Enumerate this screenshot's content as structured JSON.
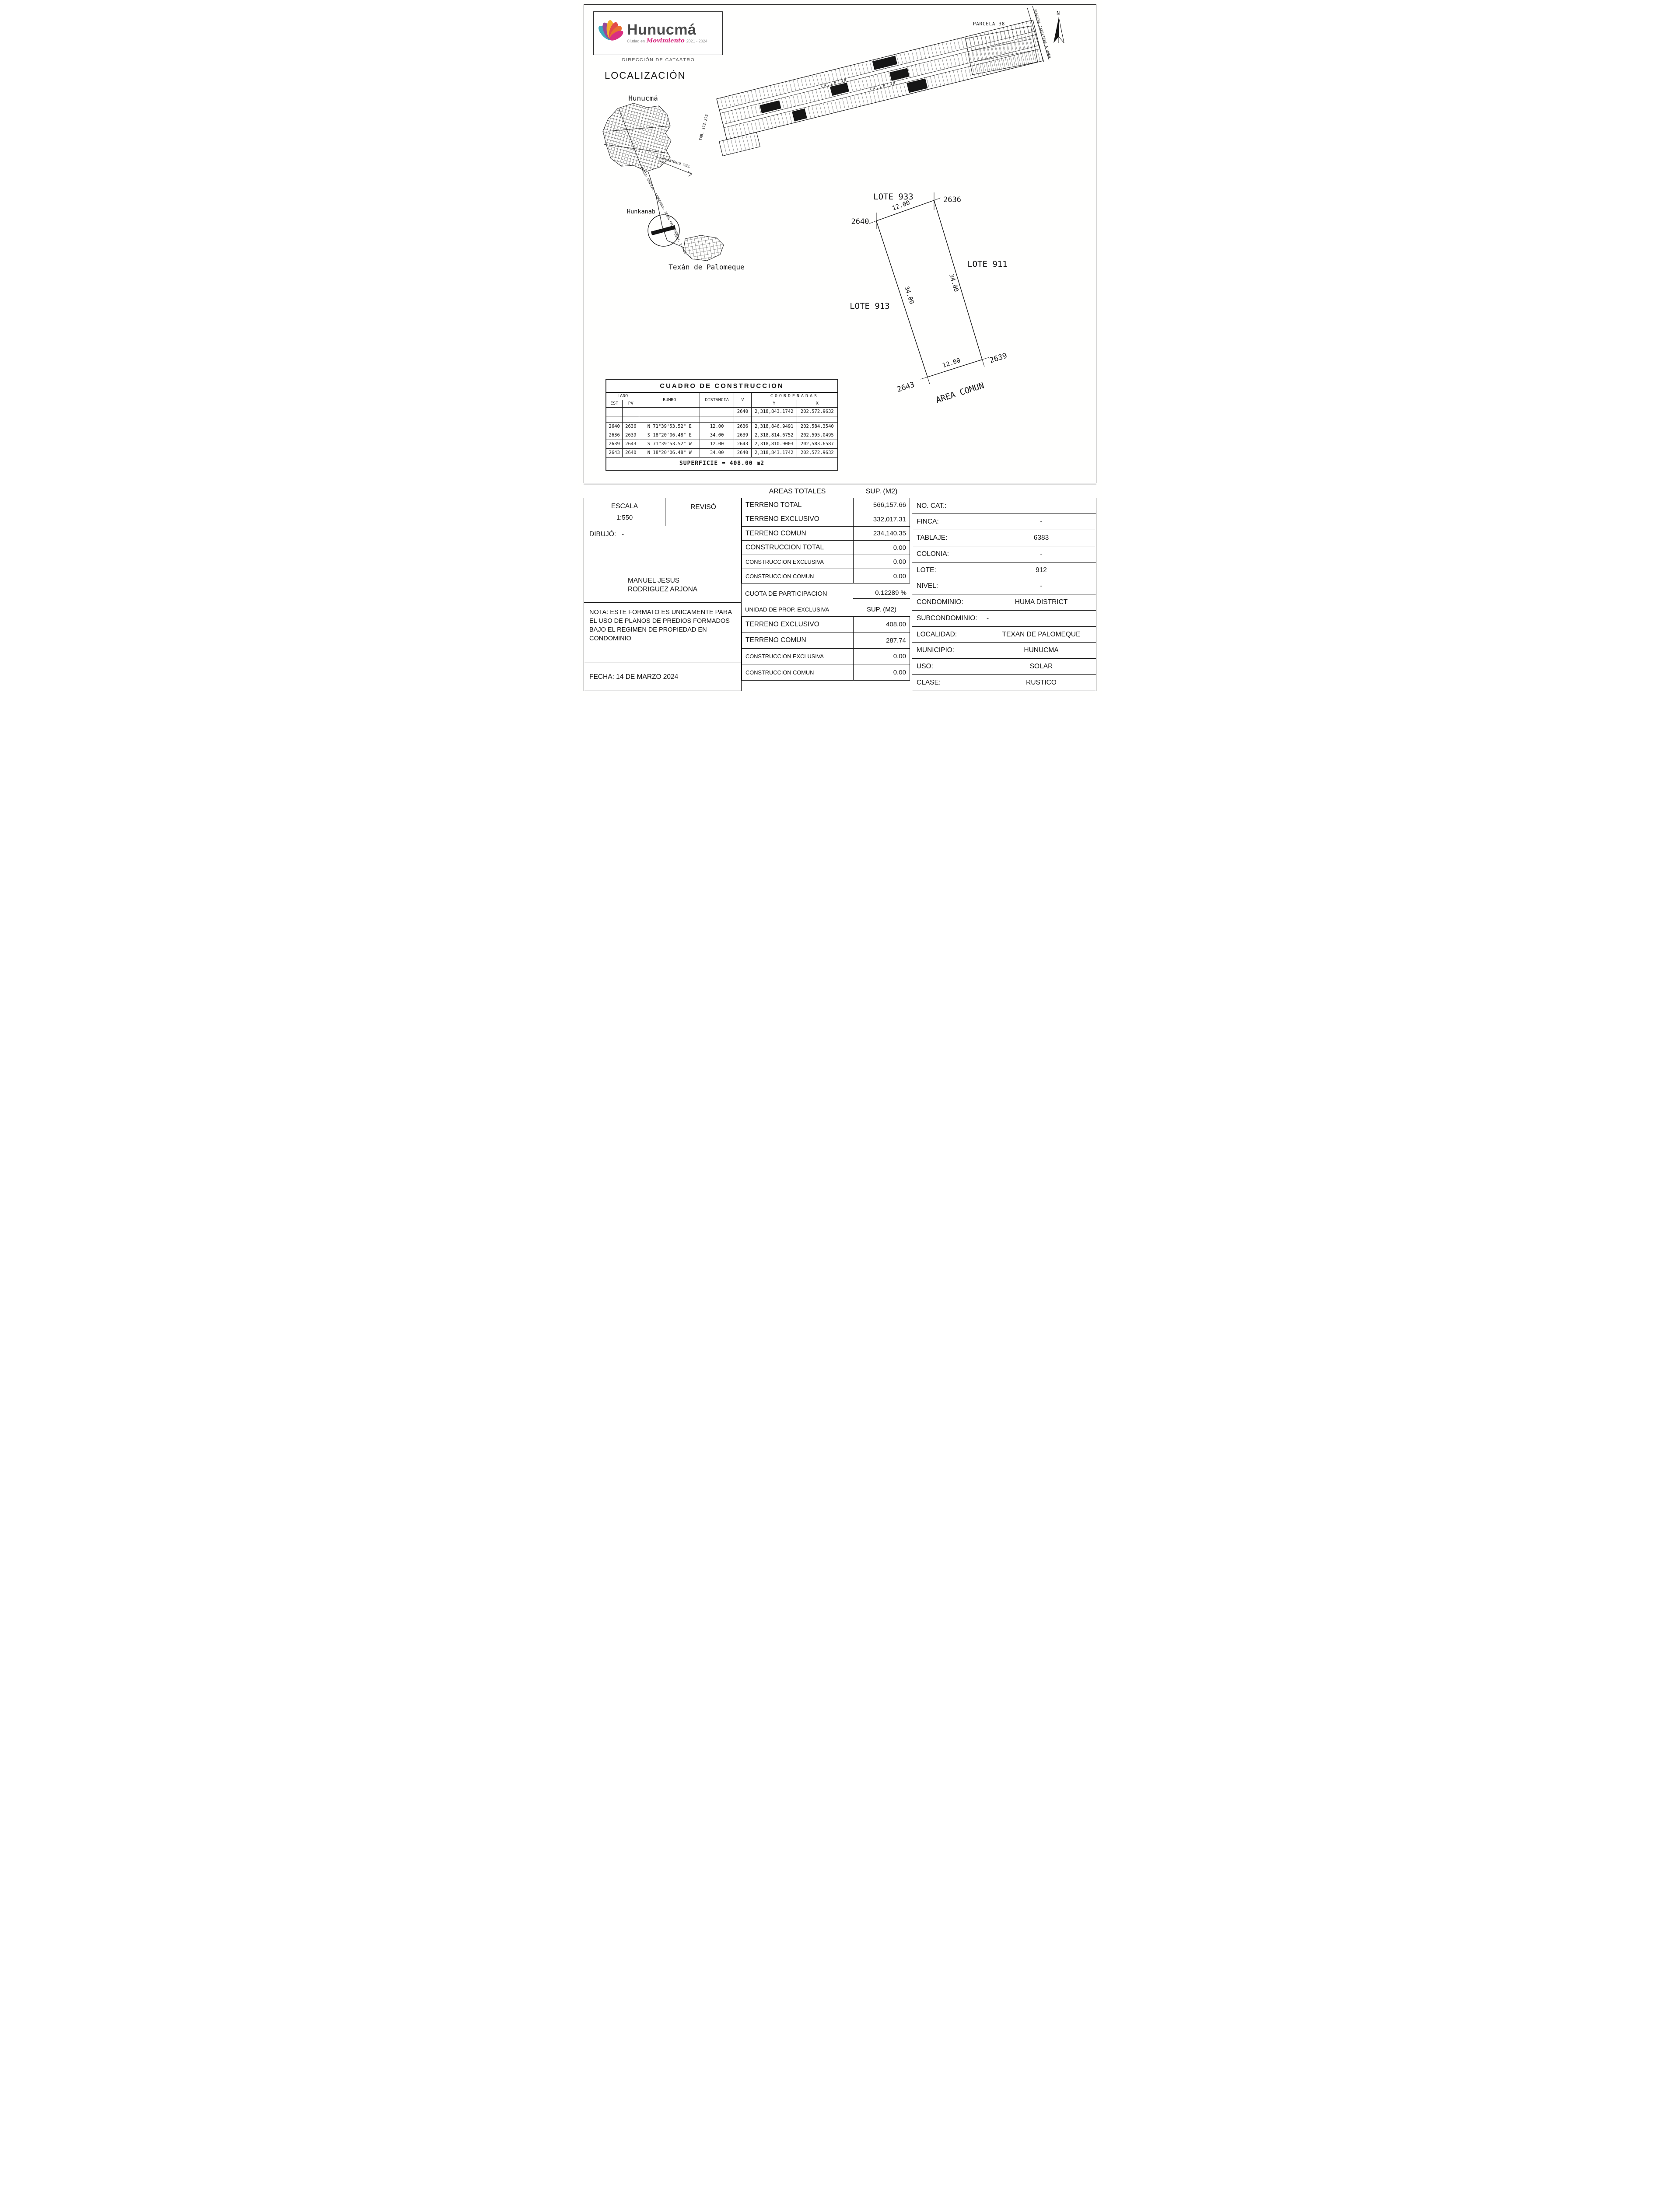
{
  "brand": {
    "petal_yellow": "#f3a81c",
    "petal_orange": "#e8641f",
    "petal_red": "#e03a3a",
    "petal_pink": "#d61f78",
    "petal_purple": "#8d3a90",
    "petal_teal": "#2ba4b8",
    "accent_pink": "#d6247c"
  },
  "header": {
    "logo_title": "Hunucmá",
    "logo_subtitle_pre": "Ciudad en",
    "logo_subtitle_script": "Movimiento",
    "logo_subtitle_years": "2021 - 2024",
    "department": "DIRECCIÓN DE CATASTRO",
    "section_title": "LOCALIZACIÓN"
  },
  "drawing": {
    "north": "N",
    "parcela": "PARCELA 38",
    "callejon_1": "CALLEJON",
    "callejon_2": "CALLEJON",
    "carretera_uman": "HUNUCMA CARRETERA A UMAN",
    "tab": "TAB. 112.275",
    "town": "Hunucmá",
    "hunkanab": "Hunkanab",
    "texan": "Texán de Palomeque",
    "road_chel": "A SAN ANTONIO CHEL",
    "road_merida": "MERIDA-HUNUCMA -CARRETERA- TEXAN PALOMEQUE",
    "dist_label": "DIST. 1.4 KM",
    "lote_933": "LOTE 933",
    "lote_911": "LOTE 911",
    "lote_913": "LOTE 913",
    "area_comun": "AREA COMUN",
    "v_2640": "2640",
    "v_2636": "2636",
    "v_2639": "2639",
    "v_2643": "2643",
    "dim_top": "12.00",
    "dim_bottom": "12.00",
    "dim_left": "34.00",
    "dim_right": "34.00"
  },
  "cuadro": {
    "title": "CUADRO DE CONSTRUCCION",
    "headers": {
      "lado": "LADO",
      "est": "EST",
      "pv": "PV",
      "rumbo": "RUMBO",
      "distancia": "DISTANCIA",
      "v": "V",
      "coordenadas": "COORDENADAS",
      "y": "Y",
      "x": "X"
    },
    "rows": [
      {
        "est": "",
        "pv": "",
        "rumbo": "",
        "distancia": "",
        "v": "2640",
        "y": "2,318,843.1742",
        "x": "202,572.9632"
      },
      {
        "est": "2640",
        "pv": "2636",
        "rumbo": "N 71°39'53.52\" E",
        "distancia": "12.00",
        "v": "2636",
        "y": "2,318,846.9491",
        "x": "202,584.3540"
      },
      {
        "est": "2636",
        "pv": "2639",
        "rumbo": "S 18°20'06.48\" E",
        "distancia": "34.00",
        "v": "2639",
        "y": "2,318,814.6752",
        "x": "202,595.0495"
      },
      {
        "est": "2639",
        "pv": "2643",
        "rumbo": "S 71°39'53.52\" W",
        "distancia": "12.00",
        "v": "2643",
        "y": "2,318,810.9003",
        "x": "202,583.6587"
      },
      {
        "est": "2643",
        "pv": "2640",
        "rumbo": "N 18°20'06.48\" W",
        "distancia": "34.00",
        "v": "2640",
        "y": "2,318,843.1742",
        "x": "202,572.9632"
      }
    ],
    "superficie": "SUPERFICIE = 408.00 m2"
  },
  "form": {
    "areas_totales_header": "AREAS TOTALES",
    "sup_m2_header": "SUP. (M2)",
    "escala_label": "ESCALA",
    "escala_value": "1:550",
    "reviso_label": "REVISÓ",
    "dibujo_label": "DIBUJÓ:   -",
    "drafter_line1": "MANUEL JESUS",
    "drafter_line2": "RODRIGUEZ ARJONA",
    "nota": "NOTA: ESTE FORMATO ES UNICAMENTE PARA EL USO DE PLANOS DE PREDIOS FORMADOS BAJO EL REGIMEN DE PROPIEDAD EN CONDOMINIO",
    "fecha": "FECHA: 14 DE MARZO 2024",
    "totals": [
      {
        "label": "TERRENO TOTAL",
        "value": "566,157.66"
      },
      {
        "label": "TERRENO EXCLUSIVO",
        "value": "332,017.31"
      },
      {
        "label": "TERRENO COMUN",
        "value": "234,140.35"
      },
      {
        "label": "CONSTRUCCION TOTAL",
        "value": "0.00"
      },
      {
        "label": "CONSTRUCCION EXCLUSIVA",
        "value": "0.00"
      },
      {
        "label": "CONSTRUCCION COMUN",
        "value": "0.00"
      }
    ],
    "cuota_label": "CUOTA DE PARTICIPACION",
    "cuota_value": "0.12289 %",
    "unidad_header_label": "UNIDAD DE PROP. EXCLUSIVA",
    "unidad_header_value": "SUP. (M2)",
    "unidad": [
      {
        "label": "TERRENO EXCLUSIVO",
        "value": "408.00"
      },
      {
        "label": "TERRENO COMUN",
        "value": "287.74"
      },
      {
        "label": "CONSTRUCCION EXCLUSIVA",
        "value": "0.00"
      },
      {
        "label": "CONSTRUCCION COMUN",
        "value": "0.00"
      }
    ],
    "right": [
      {
        "label": "NO. CAT.:",
        "value": ""
      },
      {
        "label": "FINCA:",
        "value": "-"
      },
      {
        "label": "TABLAJE:",
        "value": "6383"
      },
      {
        "label": "COLONIA:",
        "value": "-"
      },
      {
        "label": "LOTE:",
        "value": "912"
      },
      {
        "label": "NIVEL:",
        "value": "-"
      },
      {
        "label": "CONDOMINIO:",
        "value": "HUMA DISTRICT"
      },
      {
        "label": "SUBCONDOMINIO:",
        "value": "-"
      },
      {
        "label": "LOCALIDAD:",
        "value": "TEXAN DE PALOMEQUE"
      },
      {
        "label": "MUNICIPIO:",
        "value": "HUNUCMA"
      },
      {
        "label": "USO:",
        "value": "SOLAR"
      },
      {
        "label": "CLASE:",
        "value": "RUSTICO"
      }
    ]
  }
}
